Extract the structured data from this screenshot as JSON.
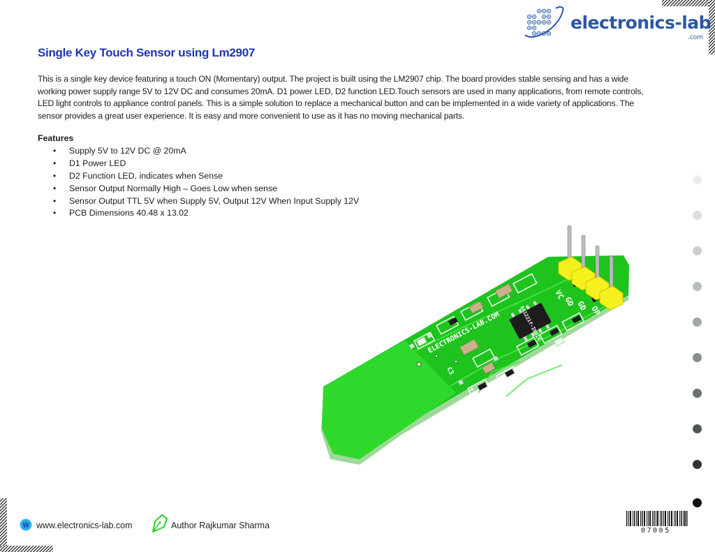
{
  "header": {
    "logo": {
      "brand": "electronics-lab",
      "suffix": ".com",
      "icon": "dot-matrix-swoosh-icon",
      "color": "#2c56a6"
    }
  },
  "document": {
    "title": "Single Key Touch Sensor using Lm2907",
    "title_color": "#1f35b5",
    "description_lines": [
      "This is a single key device featuring a touch ON (Momentary) output. The project is built using the LM2907 chip. The board provides stable sensing and has a wide",
      "working power supply range 5V to 12V DC and consumes 20mA. D1 power LED, D2 function LED.Touch sensors are used in many applications, from remote controls,",
      "LED light controls to appliance control panels. This is a simple solution to replace a mechanical button and can be implemented in a wide variety of applications. The",
      "sensor provides a great user experience. It is easy and more convenient to use as it has no moving mechanical parts."
    ],
    "features": {
      "heading": "Features",
      "bullet": "•",
      "items": [
        "Supply 5V to 12V DC @ 20mA",
        "D1 Power LED",
        "D2 Function LED, indicates when Sense",
        "Sensor Output Normally High – Goes Low when sense",
        "Sensor Output TTL 5V when Supply 5V, Output 12V When Input Supply 12V",
        "PCB Dimensions 40.48 x 13.02"
      ]
    },
    "product_image": {
      "alt": "Green touch sensor PCB with LM2907 chip and 4-pin header",
      "silkscreen": {
        "brand": "ELECTRONICS-LAB.COM",
        "pins": [
          "VC",
          "GD",
          "GD",
          "OP"
        ],
        "cap": "C3",
        "touch": "T1",
        "code": "041221f-INDIA"
      },
      "pcb_color": "#1fc21f",
      "header_color": "#f5f01e"
    }
  },
  "side_dots": {
    "colors": [
      "#ededed",
      "#dcdfdf",
      "#cbd0cf",
      "#b7bfbd",
      "#9eaaa7",
      "#84908d",
      "#687472",
      "#4d5756",
      "#2f3535",
      "#111111"
    ]
  },
  "footer": {
    "website_icon": "w-globe-icon",
    "website": "www.electronics-lab.com",
    "author_icon": "pen-nib-icon",
    "author": "Author Rajkumar Sharma",
    "barcode_number": "07005"
  }
}
